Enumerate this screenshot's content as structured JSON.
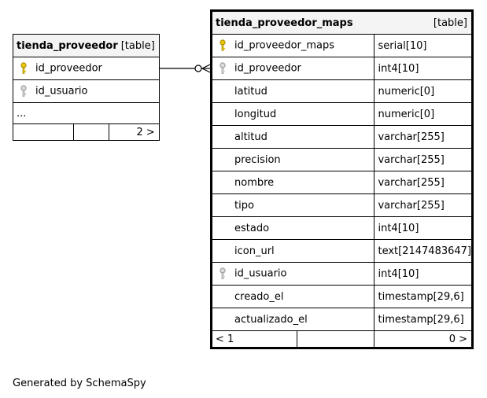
{
  "tables": [
    {
      "name": "tienda_proveedor",
      "kind": "[table]",
      "columns": [
        {
          "name": "id_proveedor",
          "key": "primary"
        },
        {
          "name": "id_usuario",
          "key": "foreign"
        }
      ],
      "more": "...",
      "footer": {
        "left": "",
        "middle": "",
        "right": "2 >"
      }
    },
    {
      "name": "tienda_proveedor_maps",
      "kind": "[table]",
      "columns": [
        {
          "name": "id_proveedor_maps",
          "type": "serial[10]",
          "key": "primary"
        },
        {
          "name": "id_proveedor",
          "type": "int4[10]",
          "key": "foreign"
        },
        {
          "name": "latitud",
          "type": "numeric[0]",
          "key": ""
        },
        {
          "name": "longitud",
          "type": "numeric[0]",
          "key": ""
        },
        {
          "name": "altitud",
          "type": "varchar[255]",
          "key": ""
        },
        {
          "name": "precision",
          "type": "varchar[255]",
          "key": ""
        },
        {
          "name": "nombre",
          "type": "varchar[255]",
          "key": ""
        },
        {
          "name": "tipo",
          "type": "varchar[255]",
          "key": ""
        },
        {
          "name": "estado",
          "type": "int4[10]",
          "key": ""
        },
        {
          "name": "icon_url",
          "type": "text[2147483647]",
          "key": ""
        },
        {
          "name": "id_usuario",
          "type": "int4[10]",
          "key": "foreign"
        },
        {
          "name": "creado_el",
          "type": "timestamp[29,6]",
          "key": ""
        },
        {
          "name": "actualizado_el",
          "type": "timestamp[29,6]",
          "key": ""
        }
      ],
      "footer": {
        "left": "< 1",
        "middle": "",
        "right": "0 >"
      }
    }
  ],
  "colors": {
    "primary_key": "#e8c300",
    "foreign_key": "#a0a0a0",
    "header_bg": "#f4f4f4"
  },
  "credit": "Generated by SchemaSpy"
}
